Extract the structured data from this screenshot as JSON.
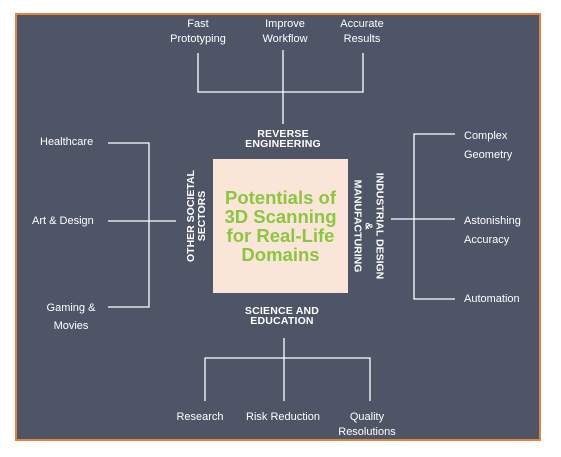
{
  "center_title": "Potentials of\n3D Scanning\nfor Real-Life\nDomains",
  "headings": {
    "top": "REVERSE\nENGINEERING",
    "bottom": "SCIENCE AND\nEDUCATION",
    "left": "OTHER SOCIETAL\nSECTORS",
    "right": "INDUSTRIAL DESIGN\n&\nMANUFACTURING"
  },
  "top_items": [
    "Fast\nPrototyping",
    "Improve\nWorkflow",
    "Accurate\nResults"
  ],
  "bottom_items": [
    "Research",
    "Risk Reduction",
    "Quality\nResolutions"
  ],
  "left_items": [
    "Healthcare",
    "Art & Design",
    "Gaming &\nMovies"
  ],
  "right_items": [
    "Complex\nGeometry",
    "Astonishing\nAccuracy",
    "Automation"
  ],
  "colors": {
    "background": "#4e5566",
    "border": "#e8813a",
    "center_fill": "#f9e6d8",
    "center_text": "#8cc63f",
    "lines": "#ffffff"
  }
}
